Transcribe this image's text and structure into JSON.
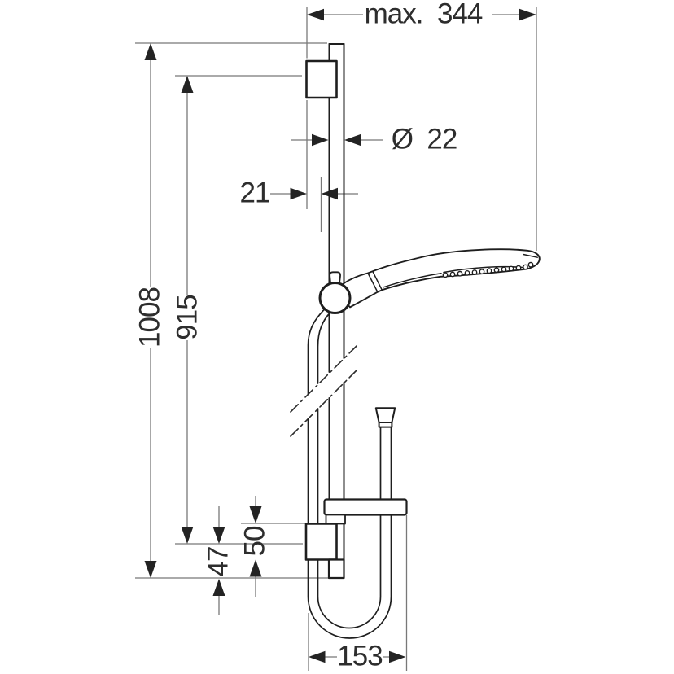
{
  "drawing": {
    "kind": "shower-set dimensional drawing",
    "dimensions": {
      "max_reach": "max.  344",
      "bar_diameter": "Ø  22",
      "wall_offset": "21",
      "total_height": "1008",
      "bar_height": "915",
      "lower_offset": "47",
      "bracket_height": "50",
      "base_width": "153"
    },
    "colors": {
      "background": "#ffffff",
      "product_line": "#1e1e1e",
      "dimension_line": "#787878",
      "arrow": "#232323",
      "text": "#2d2d2d"
    }
  }
}
